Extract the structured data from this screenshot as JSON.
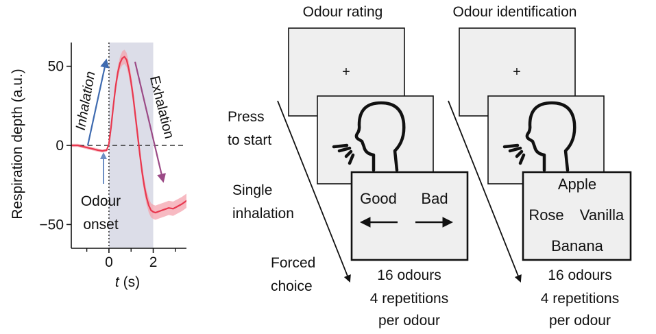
{
  "chart_data": {
    "type": "line",
    "xlabel_var": "t",
    "xlabel_unit": "(s)",
    "ylabel": "Respiration depth (a.u.)",
    "xlim": [
      -1.7,
      3.5
    ],
    "ylim": [
      -65,
      65
    ],
    "x_ticks": [
      "0",
      "2"
    ],
    "y_ticks": [
      "50",
      "0",
      "−50"
    ],
    "x_tick_values": [
      0,
      2
    ],
    "y_tick_values": [
      50,
      0,
      -50
    ],
    "shaded_interval": [
      0,
      2
    ],
    "series": [
      {
        "color": "#e8384f",
        "x": [
          -1.7,
          -1.4,
          -1.1,
          -0.8,
          -0.5,
          -0.3,
          -0.1,
          0,
          0.1,
          0.2,
          0.3,
          0.4,
          0.5,
          0.6,
          0.7,
          0.8,
          0.9,
          1.0,
          1.1,
          1.2,
          1.3,
          1.4,
          1.5,
          1.6,
          1.7,
          1.8,
          1.9,
          2.0,
          2.1,
          2.2,
          2.3,
          2.5,
          2.7,
          2.9,
          3.1,
          3.3,
          3.5
        ],
        "y": [
          0,
          0,
          -1,
          -2,
          -3,
          -3.5,
          -3,
          1,
          12,
          25,
          37,
          46,
          52,
          55,
          56,
          54,
          48,
          40,
          30,
          18,
          6,
          -6,
          -17,
          -26,
          -33,
          -38,
          -41,
          -42,
          -42.5,
          -42,
          -41.5,
          -40.5,
          -39.5,
          -40,
          -38.5,
          -37,
          -35
        ],
        "band": [
          1,
          1,
          1,
          1,
          1,
          1,
          1,
          1.5,
          2.5,
          3,
          3.5,
          4,
          4,
          4.5,
          4.5,
          4.5,
          4.5,
          4.5,
          4.5,
          4.5,
          4.5,
          4.5,
          4.5,
          4.5,
          4.5,
          4.5,
          4.5,
          4.5,
          4.5,
          4.5,
          4.5,
          4.5,
          4.5,
          4.5,
          4.5,
          4.5,
          4.5
        ]
      }
    ]
  },
  "chart_annotations": {
    "inhalation": "Inhalation",
    "exhalation": "Exhalation",
    "onset_line1": "Odour",
    "onset_line2": "onset",
    "inhalation_color": "#3f6bb0",
    "exhalation_color": "#9b4a86"
  },
  "steps": {
    "press_line1": "Press",
    "press_line2": "to start",
    "single_line1": "Single",
    "single_line2": "inhalation",
    "forced_line1": "Forced",
    "forced_line2": "choice"
  },
  "panels": {
    "rating": {
      "title": "Odour rating",
      "fixation": "+",
      "choices": [
        "Good",
        "Bad"
      ],
      "footer": [
        "16 odours",
        "4 repetitions",
        "per odour"
      ]
    },
    "identification": {
      "title": "Odour identification",
      "fixation": "+",
      "options_top": "Apple",
      "options_mid_left": "Rose",
      "options_mid_right": "Vanilla",
      "options_bottom": "Banana",
      "footer": [
        "16 odours",
        "4 repetitions",
        "per odour"
      ]
    }
  },
  "colors": {
    "screen_fill": "#efefef",
    "shade": "#dcdde8",
    "trace": "#e8384f",
    "trace_band": "#f4a3ae"
  }
}
